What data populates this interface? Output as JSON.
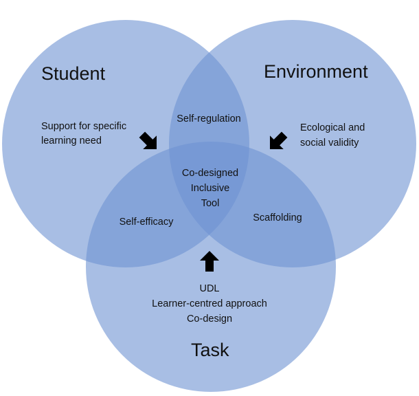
{
  "circles": {
    "student": {
      "title": "Student"
    },
    "environment": {
      "title": "Environment"
    },
    "task": {
      "title": "Task"
    }
  },
  "outer_labels": {
    "student": [
      "Support for specific",
      "learning need"
    ],
    "environment": [
      "Ecological and",
      "social validity"
    ],
    "task": [
      "UDL",
      "Learner-centred approach",
      "Co-design"
    ]
  },
  "intersections": {
    "student_environment": "Self-regulation",
    "student_task": "Self-efficacy",
    "environment_task": "Scaffolding",
    "center": [
      "Co-designed",
      "Inclusive",
      "Tool"
    ]
  },
  "colors": {
    "circle_fill": "#6e92d2",
    "text": "#111111",
    "arrow": "#000000"
  }
}
